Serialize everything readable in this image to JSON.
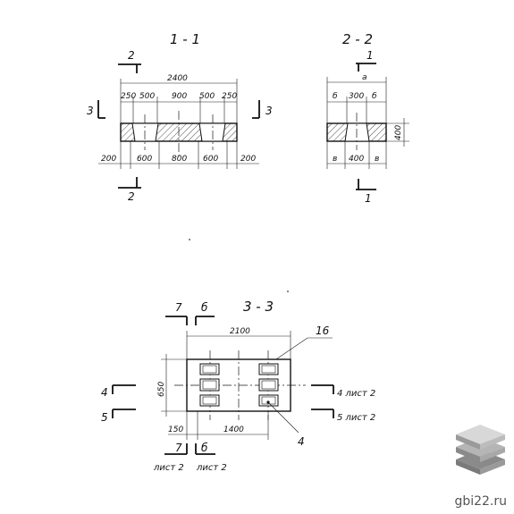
{
  "section_1": {
    "title": "1 - 1",
    "overall": "2400",
    "top_dims": [
      "250",
      "500",
      "900",
      "500",
      "250"
    ],
    "bottom_dims": [
      "200",
      "600",
      "800",
      "600",
      "200"
    ],
    "cut_marks": [
      "2",
      "2",
      "3",
      "3"
    ]
  },
  "section_2": {
    "title": "2 - 2",
    "overall": "a",
    "top_dims": [
      "б",
      "300",
      "б"
    ],
    "bottom_dims": [
      "в",
      "400",
      "в"
    ],
    "height": "400",
    "cut_marks": [
      "1",
      "1"
    ]
  },
  "section_3": {
    "title": "3 - 3",
    "overall": "2100",
    "side_dim": "650",
    "left_dim": "150",
    "center_dim": "1400",
    "callout_16": "16",
    "callout_4": "4",
    "cut_7_top": "7",
    "cut_6_top": "б",
    "cut_7_bottom": "7",
    "cut_6_bottom": "б",
    "sheet_left": "лист 2",
    "sheet_right": "лист 2",
    "cut_4_left": "4",
    "cut_5_left": "5",
    "cut_4_right": "4 лист 2",
    "cut_5_right": "5 лист 2"
  },
  "brand": {
    "text": "gbi22.ru",
    "logo": "stacked-slabs-logo",
    "colors": [
      "#8a8a8a",
      "#b5b5b5",
      "#d8d8d8"
    ]
  }
}
